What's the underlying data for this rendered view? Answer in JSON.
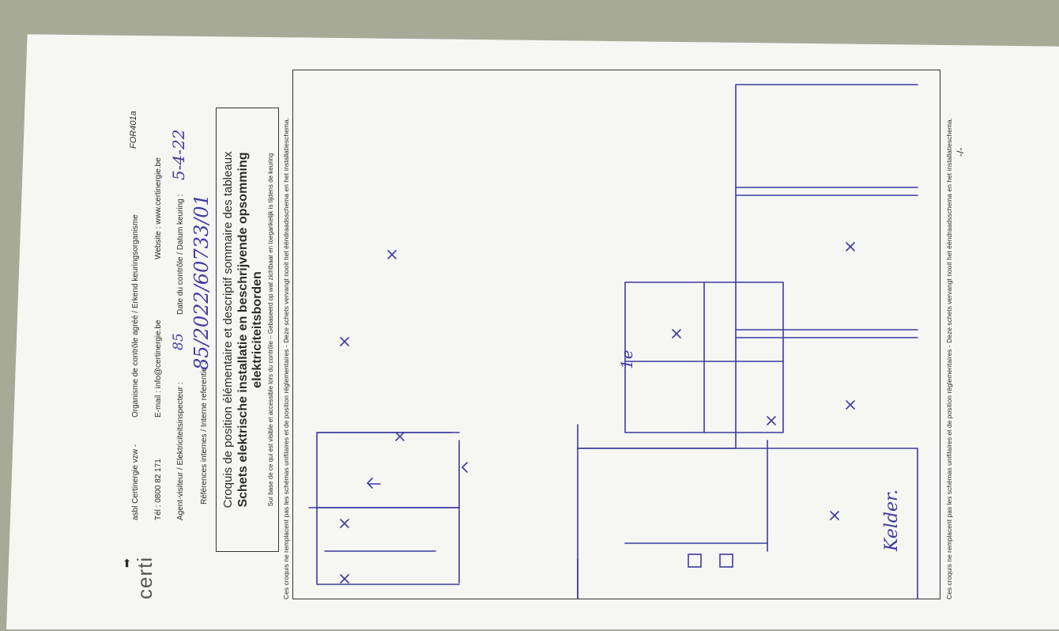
{
  "header": {
    "logo": "certi",
    "org_line_1": "asbl Certinergie vzw  -",
    "org_line_2": "Organisme de contrôle agréé / Erkend keuringsorganisme",
    "form_code": "FOR401a",
    "tel": "Tél : 0800 82 171",
    "email": "E-mail : info@certinergie.be",
    "website": "Website : www.certinergie.be",
    "agent_label": "Agent-visiteur / Elektriciteitsinspecteur :",
    "agent_value": "85",
    "date_label": "Date du contrôle / Datum keuring :",
    "date_value": "5-4-22",
    "ref_label": "Références internes / Interne referentie :",
    "ref_value": "85/2022/60733/01"
  },
  "title": {
    "fr": "Croquis de position élémentaire et descriptif sommaire des tableaux",
    "nl": "Schets elektrische installatie en beschrijvende opsomming elektriciteitsborden",
    "sub": "Sur base de ce qui est visible et accessible lors du contrôle – Gebaseerd op wat zichtbaar en toegankelijk is tijdens de keuring"
  },
  "disclaimer_top": "Ces croquis ne remplacent pas les schémas unifilaires et de position réglementaires - Deze schets vervangt nooit het ééndraadsschema en het installatieschema.",
  "disclaimer_bottom": "Ces croquis ne remplacent pas les schémas unifilaires et de position réglementaires - Deze schets vervangt nooit het ééndraadsschema en het installatieschema.",
  "sketch": {
    "label_cellar": "Kelder.",
    "label_1e": "1e",
    "page_mark": "-/-"
  },
  "colors": {
    "ink": "#3f3aa0",
    "paper": "#f6f6f3",
    "background": "#a8aa98"
  }
}
